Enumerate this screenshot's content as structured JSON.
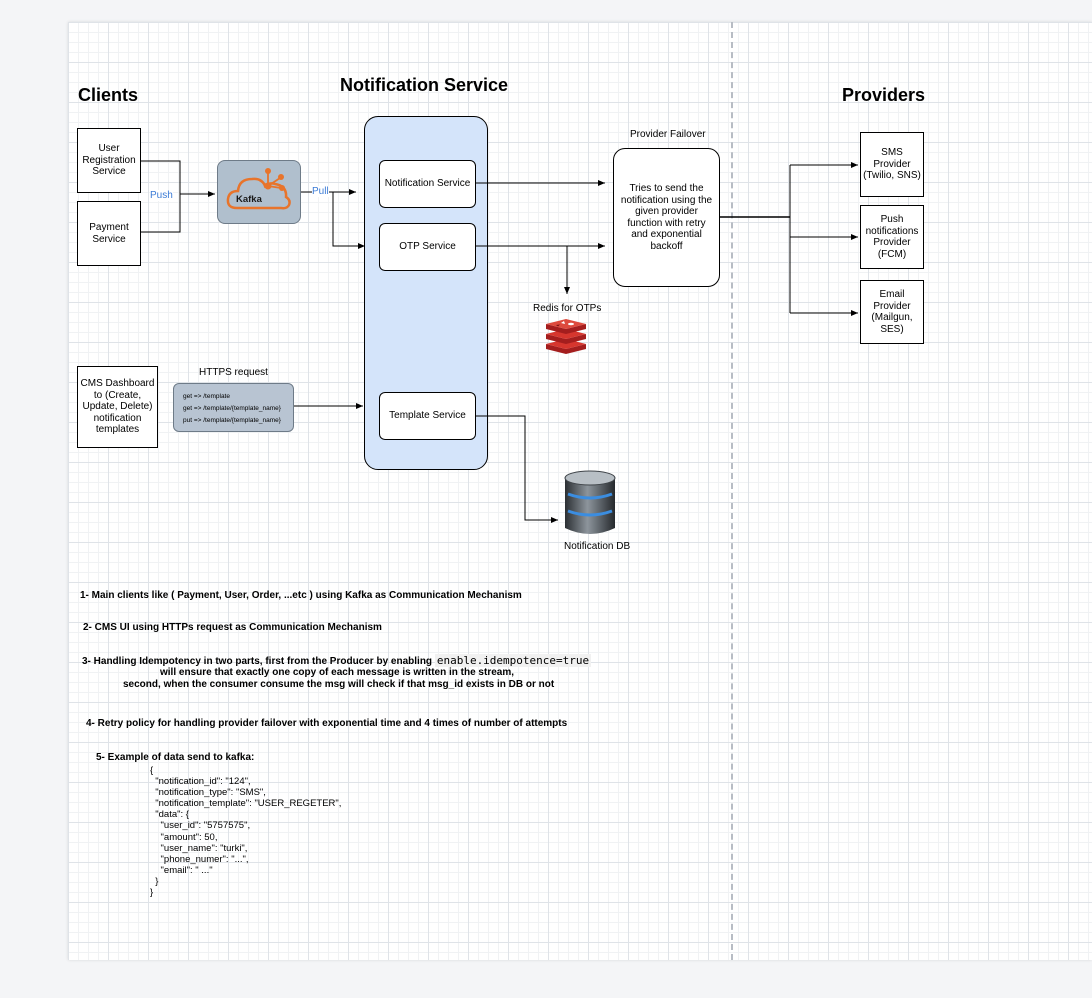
{
  "headings": {
    "clients": "Clients",
    "notification_service": "Notification Service",
    "providers": "Providers"
  },
  "clients": {
    "user_registration": "User Registration Service",
    "payment": "Payment Service",
    "cms_dashboard": "CMS Dashboard to (Create, Update, Delete) notification templates"
  },
  "labels": {
    "push": "Push",
    "pull": "Pull",
    "https_request": "HTTPS request",
    "provider_failover": "Provider Failover",
    "redis": "Redis for OTPs",
    "notification_db": "Notification DB"
  },
  "kafka": {
    "label": "Kafka"
  },
  "https_box": {
    "lines": [
      "get => /template",
      "get => /template/{template_name}",
      "put => /template/{template_name}"
    ]
  },
  "services": {
    "notification": "Notification Service",
    "otp": "OTP Service",
    "template": "Template Service"
  },
  "failover_box": "Tries to send the notification using the given provider function with retry and exponential backoff",
  "providers": {
    "sms": "SMS Provider (Twilio, SNS)",
    "push": "Push notifications Provider (FCM)",
    "email": "Email Provider (Mailgun, SES)"
  },
  "notes": {
    "n1": "1- Main clients like ( Payment, User, Order, ...etc ) using Kafka as Communication Mechanism",
    "n2": "2- CMS UI using HTTPs request as Communication Mechanism",
    "n3_prefix": "3- Handling Idempotency in two parts, first from the Producer by enabling ",
    "n3_code": "enable.idempotence=true",
    "n3_line2": "will ensure that exactly one copy of each message is written in the stream,",
    "n3_line3": "second, when the consumer consume the msg will check if that msg_id exists in DB or not",
    "n4": "4- Retry policy for handling provider failover with exponential time and 4 times of number of attempts",
    "n5": "5- Example of data send to kafka:"
  },
  "json_example": "{\n  \"notification_id\": \"124\",\n  \"notification_type\": \"SMS\",\n  \"notification_template\": \"USER_REGETER\",\n  \"data\": {\n    \"user_id\": \"5757575\",\n    \"amount\": 50,\n    \"user_name\": \"turki\",\n    \"phone_numer\": \"...\",\n    \"email\": \" ...\"\n  }\n}",
  "colors": {
    "service_panel_fill": "#d4e4fa",
    "kafka_fill": "#b0bfcd",
    "https_box_fill": "#b8c4d2",
    "redis_red": "#d6362e",
    "accent_blue": "#3b7bd6"
  }
}
